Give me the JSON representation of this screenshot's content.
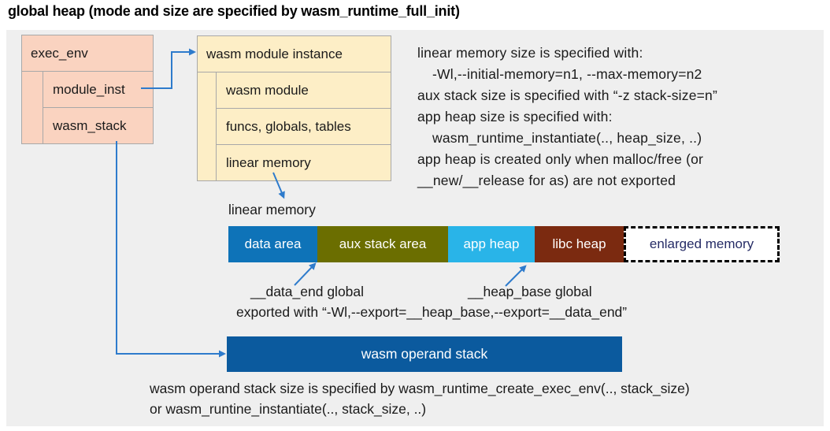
{
  "title": "global heap (mode and size are specified by wasm_runtime_full_init)",
  "exec_env": {
    "header": "exec_env",
    "rows": [
      "module_inst",
      "wasm_stack"
    ]
  },
  "module_instance": {
    "header": "wasm module instance",
    "rows": [
      "wasm module",
      "funcs, globals, tables",
      "linear memory"
    ]
  },
  "notes_right": [
    "linear memory size is specified with:",
    "-Wl,--initial-memory=n1, --max-memory=n2",
    "aux stack size is specified with “-z stack-size=n”",
    "app heap size is specified with:",
    "wasm_runtime_instantiate(.., heap_size, ..)",
    "app heap is created only when malloc/free (or",
    "__new/__release for as) are not exported"
  ],
  "linear_memory": {
    "label": "linear memory",
    "segments": [
      {
        "label": "data area",
        "color": "#0e73b8"
      },
      {
        "label": "aux stack area",
        "color": "#6b6e00"
      },
      {
        "label": "app heap",
        "color": "#29b4e8"
      },
      {
        "label": "libc heap",
        "color": "#7b2a10"
      },
      {
        "label": "enlarged memory",
        "color": "#ffffff",
        "border": "dashed-black"
      }
    ],
    "data_end_label": "__data_end global",
    "heap_base_label": "__heap_base global",
    "export_note": "exported with “-Wl,--export=__heap_base,--export=__data_end”"
  },
  "operand_stack": {
    "label": "wasm operand stack",
    "notes": [
      "wasm operand stack size is specified by wasm_runtime_create_exec_env(.., stack_size)",
      "or wasm_runtine_instantiate(.., stack_size, ..)"
    ]
  },
  "colors": {
    "panel_background": "#efefef",
    "exec_env_fill": "#fad3c0",
    "module_instance_fill": "#fdeec6",
    "data_area": "#0e73b8",
    "aux_stack_area": "#6b6e00",
    "app_heap": "#29b4e8",
    "libc_heap": "#7b2a10",
    "operand_stack": "#0b5a9e",
    "arrow": "#2e7bcc",
    "enlarged_memory_text": "#262c66"
  }
}
